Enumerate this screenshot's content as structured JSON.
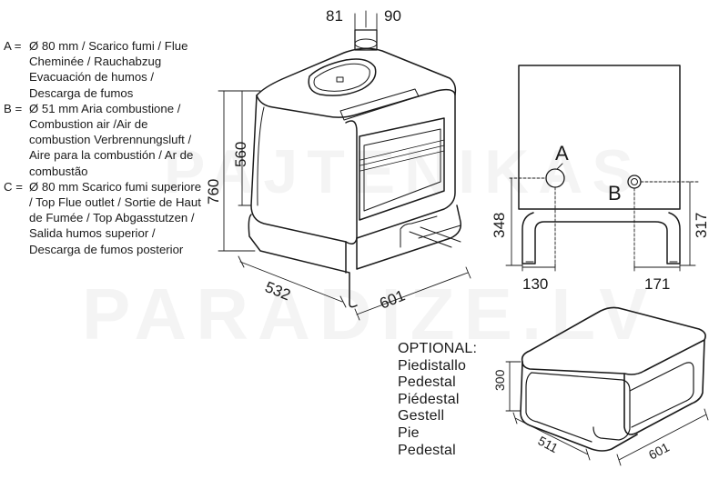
{
  "legend": [
    {
      "key": "A =",
      "text": "Ø 80 mm / Scarico fumi / Flue Cheminée / Rauchabzug Evacuación de humos / Descarga de fumos"
    },
    {
      "key": "B =",
      "text": "Ø 51 mm Aria combustione / Combustion air /Air de combustion Verbrennungsluft / Aire para la combustión / Ar de combustão"
    },
    {
      "key": "C =",
      "text": "Ø 80 mm Scarico fumi superiore / Top Flue outlet / Sortie de Haut de Fumée / Top Abgasstutzen / Salida humos superior / Descarga de fumos posterior"
    }
  ],
  "optional": {
    "title": "OPTIONAL:",
    "items": [
      "Piedistallo",
      "Pedestal",
      "Piédestal",
      "Gestell",
      "Pie",
      "Pedestal"
    ]
  },
  "dimensions": {
    "flue_offset_left": "81",
    "flue_offset_right": "90",
    "body_height": "560",
    "total_height": "760",
    "depth": "532",
    "width": "601",
    "side_height_a": "348",
    "side_height_b": "317",
    "side_offset_a": "130",
    "side_offset_b": "171",
    "pedestal_height": "300",
    "pedestal_depth": "511",
    "pedestal_width": "601"
  },
  "labels": {
    "outlet_a": "A",
    "outlet_b": "B"
  },
  "watermark": {
    "line1": "PAJTENIKAS",
    "line2": "PARADIZE.LV"
  }
}
